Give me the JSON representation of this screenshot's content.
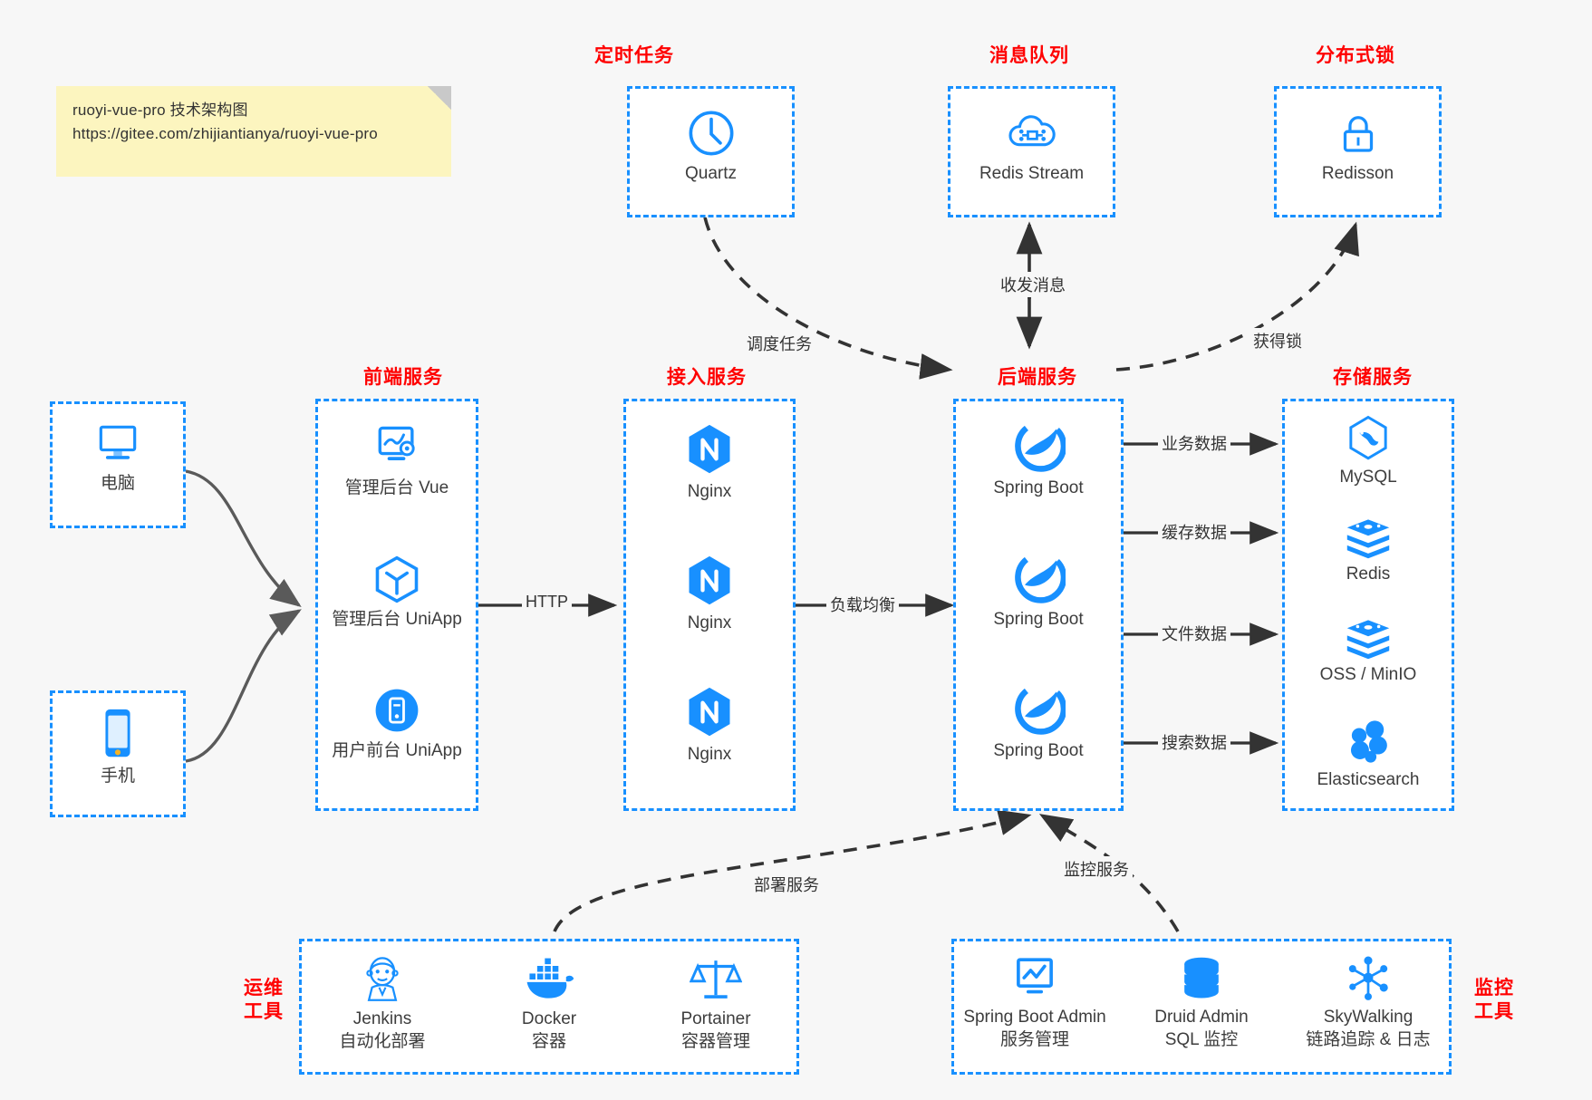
{
  "note": {
    "line1": "ruoyi-vue-pro 技术架构图",
    "line2": "https://gitee.com/zhijiantianya/ruoyi-vue-pro"
  },
  "colors": {
    "accent": "#1890ff",
    "group_label": "#ff0000",
    "text": "#3d3d3d",
    "background": "#f7f7f7",
    "note_bg": "#fcf5bf",
    "arrow": "#333333"
  },
  "groups": {
    "scheduled_task": {
      "label": "定时任务",
      "nodes": [
        {
          "name": "Quartz",
          "icon": "clock-icon"
        }
      ]
    },
    "message_queue": {
      "label": "消息队列",
      "nodes": [
        {
          "name": "Redis Stream",
          "icon": "cloud-stream-icon"
        }
      ]
    },
    "distributed_lock": {
      "label": "分布式锁",
      "nodes": [
        {
          "name": "Redisson",
          "icon": "lock-icon"
        }
      ]
    },
    "client_pc": {
      "label": "",
      "nodes": [
        {
          "name": "电脑",
          "icon": "desktop-icon"
        }
      ]
    },
    "client_mobile": {
      "label": "",
      "nodes": [
        {
          "name": "手机",
          "icon": "phone-icon"
        }
      ]
    },
    "frontend": {
      "label": "前端服务",
      "nodes": [
        {
          "name": "管理后台 Vue",
          "icon": "dashboard-icon"
        },
        {
          "name": "管理后台 UniApp",
          "icon": "cube-icon"
        },
        {
          "name": "用户前台 UniApp",
          "icon": "mobile-app-icon"
        }
      ]
    },
    "gateway": {
      "label": "接入服务",
      "nodes": [
        {
          "name": "Nginx",
          "icon": "nginx-icon"
        },
        {
          "name": "Nginx",
          "icon": "nginx-icon"
        },
        {
          "name": "Nginx",
          "icon": "nginx-icon"
        }
      ]
    },
    "backend": {
      "label": "后端服务",
      "nodes": [
        {
          "name": "Spring Boot",
          "icon": "spring-icon"
        },
        {
          "name": "Spring Boot",
          "icon": "spring-icon"
        },
        {
          "name": "Spring Boot",
          "icon": "spring-icon"
        }
      ]
    },
    "storage": {
      "label": "存储服务",
      "nodes": [
        {
          "name": "MySQL",
          "icon": "mysql-icon"
        },
        {
          "name": "Redis",
          "icon": "redis-icon"
        },
        {
          "name": "OSS / MinIO",
          "icon": "oss-icon"
        },
        {
          "name": "Elasticsearch",
          "icon": "elasticsearch-icon"
        }
      ]
    },
    "devops": {
      "label": "运维\n工具",
      "label_line1": "运维",
      "label_line2": "工具",
      "nodes": [
        {
          "name": "Jenkins",
          "desc": "自动化部署",
          "icon": "jenkins-icon"
        },
        {
          "name": "Docker",
          "desc": "容器",
          "icon": "docker-icon"
        },
        {
          "name": "Portainer",
          "desc": "容器管理",
          "icon": "scales-icon"
        }
      ]
    },
    "monitor": {
      "label_line1": "监控",
      "label_line2": "工具",
      "nodes": [
        {
          "name": "Spring Boot Admin",
          "desc": "服务管理",
          "icon": "monitor-chart-icon"
        },
        {
          "name": "Druid Admin",
          "desc": "SQL 监控",
          "icon": "database-icon"
        },
        {
          "name": "SkyWalking",
          "desc": "链路追踪 & 日志",
          "icon": "skywalking-icon"
        }
      ]
    }
  },
  "edges": {
    "http": "HTTP",
    "load_balance": "负载均衡",
    "schedule_task": "调度任务",
    "send_receive_message": "收发消息",
    "acquire_lock": "获得锁",
    "business_data": "业务数据",
    "cache_data": "缓存数据",
    "file_data": "文件数据",
    "search_data": "搜索数据",
    "deploy_service": "部署服务",
    "monitor_service": "监控服务"
  }
}
